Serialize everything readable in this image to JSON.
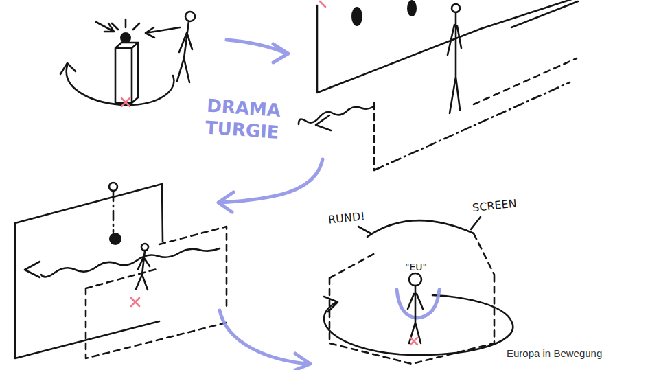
{
  "diagram": {
    "caption": "Europa in Bewegung",
    "labels": [
      "DRAMA TURGIE",
      "RUND!",
      "SCREEN",
      "\"EU\""
    ]
  }
}
